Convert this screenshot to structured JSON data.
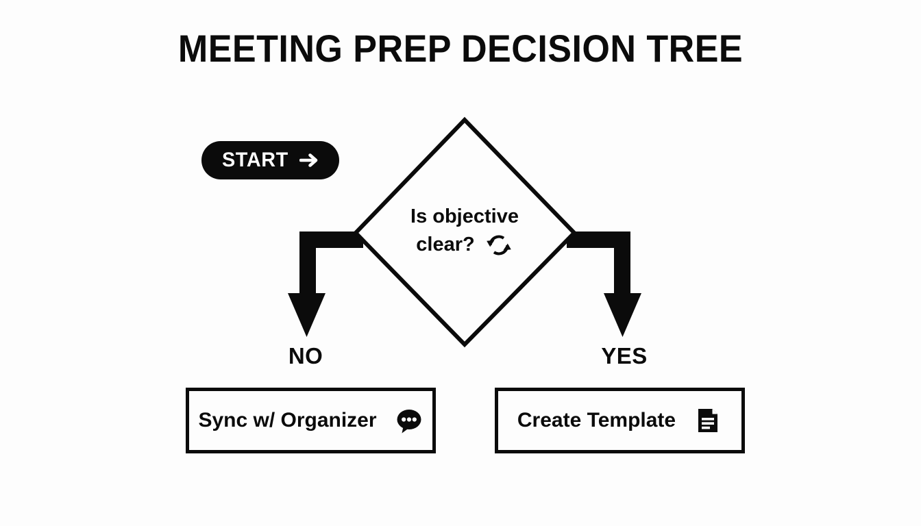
{
  "page": {
    "title": "MEETING PREP DECISION TREE",
    "background_color": "#fdfdfd",
    "ink_color": "#0b0b0b"
  },
  "start": {
    "label": "START",
    "icon": "arrow-right-icon",
    "background_color": "#0b0b0b",
    "text_color": "#ffffff"
  },
  "decision": {
    "question_line1": "Is objective",
    "question_line2": "clear?",
    "icon": "refresh-cycle-icon",
    "shape": "diamond"
  },
  "branches": [
    {
      "label": "NO",
      "side": "left",
      "outcome": {
        "label": "Sync w/ Organizer",
        "icon": "chat-bubble-dots-icon"
      }
    },
    {
      "label": "YES",
      "side": "right",
      "outcome": {
        "label": "Create Template",
        "icon": "document-lines-icon"
      }
    }
  ]
}
